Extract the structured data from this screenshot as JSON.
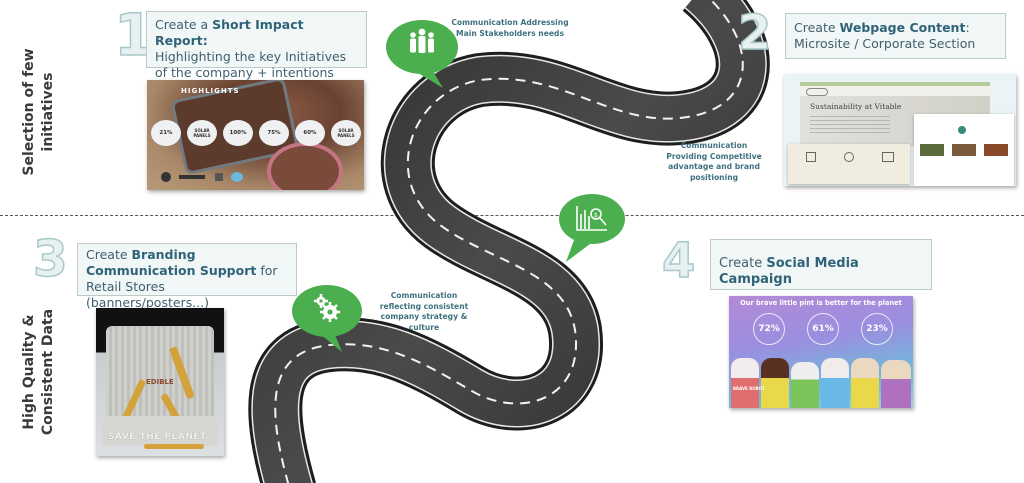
{
  "colors": {
    "accent_green": "#4caf4f",
    "road": "#333333",
    "step_text": "#3f6070",
    "step_bold": "#2f6377",
    "note_text": "#3f7280",
    "number_fill": "#e7f1f1",
    "number_stroke": "#a9c9c9"
  },
  "sections": {
    "top": {
      "line1": "Selection of few",
      "line2": "initiatives"
    },
    "bottom": {
      "line1": "High Quality &",
      "line2": "Consistent Data"
    }
  },
  "steps": [
    {
      "number": "1",
      "prefix": "Create a ",
      "bold": "Short Impact Report:",
      "line2": "Highlighting the key Initiatives",
      "line3": "of the company + intentions"
    },
    {
      "number": "2",
      "prefix": "Create ",
      "bold": "Webpage Content",
      "suffix": ":",
      "line2": "Microsite / Corporate Section"
    },
    {
      "number": "3",
      "prefix": "Create ",
      "bold": "Branding",
      "bold2": "Communication Support",
      "suffix": " for",
      "line3": "Retail Stores (banners/posters...)"
    },
    {
      "number": "4",
      "prefix": "Create ",
      "bold": "Social Media Campaign"
    }
  ],
  "milestones": [
    {
      "icon": "people-icon",
      "line1": "Communication Addressing",
      "line2": "Main Stakeholders needs"
    },
    {
      "icon": "chart-search-icon",
      "line1": "Communication",
      "line2": "Providing Competitive",
      "line3": "advantage and brand",
      "line4": "positioning"
    },
    {
      "icon": "gears-icon",
      "line1": "Communication",
      "line2": "reflecting consistent",
      "line3": "company strategy &",
      "line4": "culture"
    }
  ],
  "thumbnails": {
    "report": {
      "title": "HIGHLIGHTS",
      "stats": [
        "21%",
        "SOLAR PANELS",
        "100%",
        "75%",
        "60%",
        "SOLAR PANELS"
      ]
    },
    "webpage": {
      "heading": "Sustainability at Vitable"
    },
    "retail": {
      "brand": "EDIBLE",
      "slogan": "SAVE THE PLANET"
    },
    "social": {
      "headline": "Our brave little pint is better for the planet",
      "stats": [
        "72%",
        "61%",
        "23%"
      ],
      "brand": "BRAVE ROBOT"
    }
  }
}
